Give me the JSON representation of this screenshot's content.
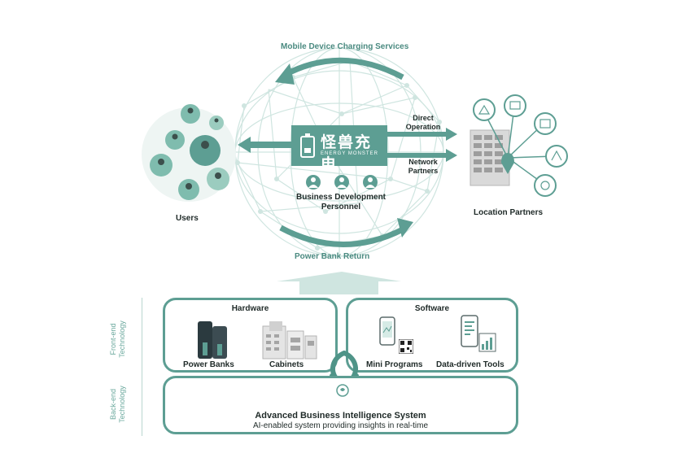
{
  "top_cycle": {
    "mobile_services": "Mobile Device Charging Services",
    "power_bank_return": "Power Bank Return",
    "users": "Users",
    "location_partners": "Location Partners",
    "direct_operation": "Direct Operation",
    "network_partners": "Network Partners",
    "bd_personnel": "Business Development Personnel"
  },
  "brand": {
    "name_cn": "怪兽充电",
    "name_en": "ENERGY MONSTER"
  },
  "technology": {
    "front_end_label": "Front-end Technology",
    "back_end_label": "Back-end Technology",
    "hardware": {
      "title": "Hardware",
      "items": [
        "Power Banks",
        "Cabinets"
      ]
    },
    "software": {
      "title": "Software",
      "items": [
        "Mini Programs",
        "Data-driven Tools"
      ]
    },
    "backend": {
      "title": "Advanced Business Intelligence System",
      "subtitle": "AI-enabled system providing insights in real-time"
    }
  },
  "colors": {
    "primary_teal": "#5d9e93",
    "light_teal": "#cfe5e0",
    "dark_text": "#1f2a28"
  },
  "icons": [
    "person-icon",
    "brain-icon",
    "cabinet-icon",
    "power-bank-icon",
    "phone-icon",
    "qr-code-icon",
    "chart-icon"
  ]
}
